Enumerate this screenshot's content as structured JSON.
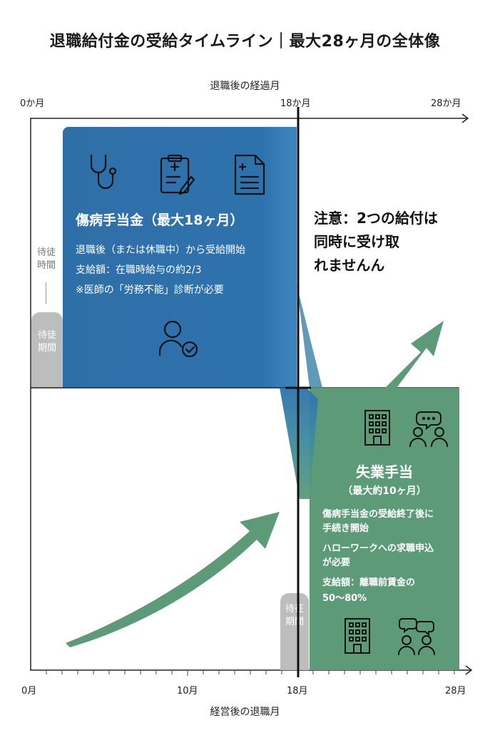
{
  "title": "退職給付金の受給タイムライン｜最大28ヶ月の全体像",
  "top_axis": {
    "label": "退職後の経過月",
    "ticks": [
      "0か月",
      "18か月",
      "28か月"
    ]
  },
  "bottom_axis": {
    "label": "経営後の退職月",
    "ticks": [
      "0月",
      "10月",
      "18月",
      "28月"
    ]
  },
  "wait_upper": {
    "text": "待徒時間",
    "tab": "待徒期間"
  },
  "wait_lower": {
    "tab": "待征期間"
  },
  "sickness": {
    "title": "傷病手当金（最大18ヶ月）",
    "lines": [
      "退職後（または休職中）から受給開始",
      "支給額：在職時給与の約2/3",
      "※医師の「労務不能」診断が必要"
    ],
    "icons": [
      "stethoscope-icon",
      "clipboard-icon",
      "medical-document-icon",
      "user-check-icon"
    ]
  },
  "note": {
    "lines": [
      "注意：2つの給付は",
      "同時に受け取",
      "れません"
    ],
    "suffix": "ん"
  },
  "unemployment": {
    "title": "失業手当",
    "subtitle": "（最大約10ヶ月）",
    "lines": [
      "傷病手当金の受給終了後に",
      "手続き開始",
      "ハローワークへの求職申込",
      "が必要",
      "支給額：離職前賃金の",
      "50〜80%"
    ],
    "icons": [
      "office-building-icon",
      "consultation-icon"
    ]
  },
  "colors": {
    "blue": "#2f6fa8",
    "green": "#5c9a78",
    "gray": "#bdbdbd"
  }
}
